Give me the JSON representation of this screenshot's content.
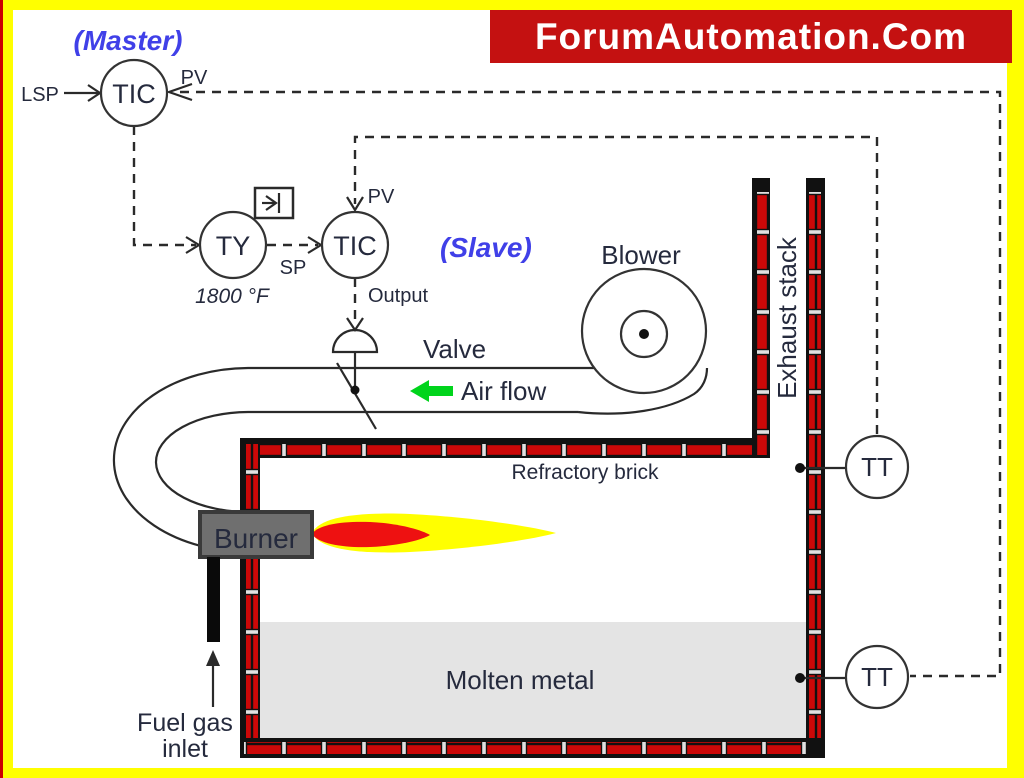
{
  "banner": {
    "text": "ForumAutomation.Com"
  },
  "instruments": {
    "master_controller": {
      "tag": "TIC",
      "role": "(Master)"
    },
    "limit_relay": {
      "tag": "TY",
      "limit_setting": "1800 °F"
    },
    "slave_controller": {
      "tag": "TIC",
      "role": "(Slave)"
    },
    "stack_transmitter": {
      "tag": "TT"
    },
    "metal_transmitter": {
      "tag": "TT"
    }
  },
  "signals": {
    "local_setpoint": "LSP",
    "master_pv": "PV",
    "slave_pv": "PV",
    "setpoint": "SP",
    "output": "Output"
  },
  "equipment": {
    "valve": "Valve",
    "blower": "Blower",
    "air_flow": "Air flow",
    "burner": "Burner",
    "refractory": "Refractory brick",
    "exhaust_stack": "Exhaust stack",
    "molten_metal": "Molten metal",
    "fuel_gas_line1": "Fuel gas",
    "fuel_gas_line2": "inlet"
  },
  "colors": {
    "frame": "#ffff00",
    "banner_bg": "#c41111",
    "banner_text": "#ffffff",
    "brick": "#cc0808",
    "mortar": "#e0e0e0",
    "wall": "#111111",
    "flame_outer": "#ffff00",
    "flame_inner": "#ee1111",
    "air_arrow": "#00d41c",
    "burner_fill": "#6f6f6f",
    "molten_metal": "#e4e4e4",
    "annotation_blue": "#4040e8"
  }
}
